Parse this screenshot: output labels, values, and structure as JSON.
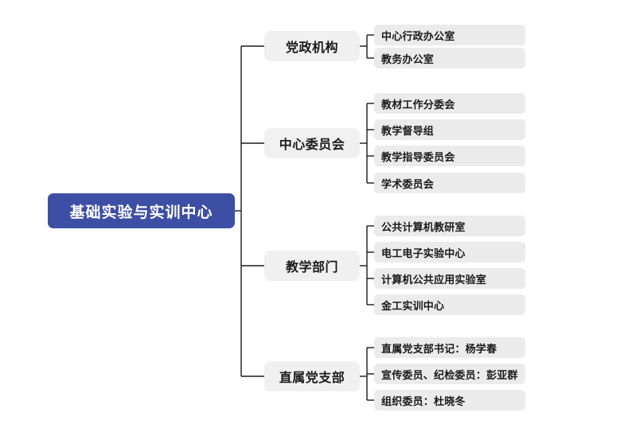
{
  "diagram": {
    "type": "organization-tree",
    "orientation": "left-to-right",
    "colors": {
      "root_background": "#3d4ea5",
      "root_text": "#ffffff",
      "branch_background": "#f0f0f0",
      "leaf_background": "#ebebeb",
      "node_text": "#1a1a1a",
      "connector_line": "#1a1a1a",
      "canvas_background": "#ffffff"
    },
    "root": {
      "label": "基础实验与实训中心"
    },
    "branches": [
      {
        "label": "党政机构",
        "children": [
          {
            "label": "中心行政办公室"
          },
          {
            "label": "教务办公室"
          }
        ]
      },
      {
        "label": "中心委员会",
        "children": [
          {
            "label": "教材工作分委会"
          },
          {
            "label": "教学督导组"
          },
          {
            "label": "教学指导委员会"
          },
          {
            "label": "学术委员会"
          }
        ]
      },
      {
        "label": "教学部门",
        "children": [
          {
            "label": "公共计算机教研室"
          },
          {
            "label": "电工电子实验中心"
          },
          {
            "label": "计算机公共应用实验室"
          },
          {
            "label": "金工实训中心"
          }
        ]
      },
      {
        "label": "直属党支部",
        "children": [
          {
            "label": "直属党支部书记：杨学春"
          },
          {
            "label": "宣传委员、纪检委员：彭亚群"
          },
          {
            "label": "组织委员：杜晓冬"
          }
        ]
      }
    ]
  }
}
